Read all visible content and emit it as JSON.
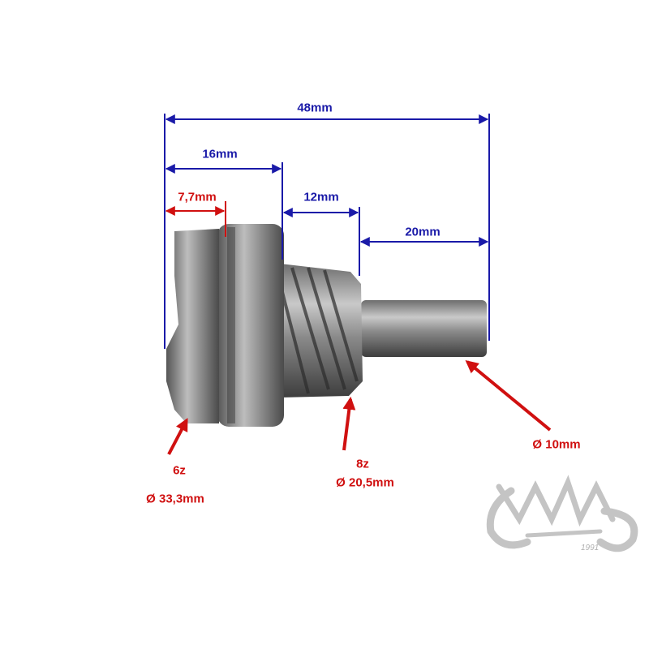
{
  "dimensions": {
    "total_length": "48mm",
    "cup_and_flange_length": "16mm",
    "cup_length": "7,7mm",
    "gear_length": "12mm",
    "shaft_length": "20mm"
  },
  "callouts": {
    "left_gear_teeth": "6z",
    "left_gear_diameter": "Ø 33,3mm",
    "pinion_teeth": "8z",
    "pinion_diameter": "Ø 20,5mm",
    "shaft_diameter": "Ø 10mm"
  },
  "logo": {
    "brand": "WYMA",
    "year": "1991"
  },
  "colors": {
    "dimension_blue": "#1a1aa8",
    "callout_red": "#d01010",
    "logo_gray": "#c4c4c4"
  }
}
